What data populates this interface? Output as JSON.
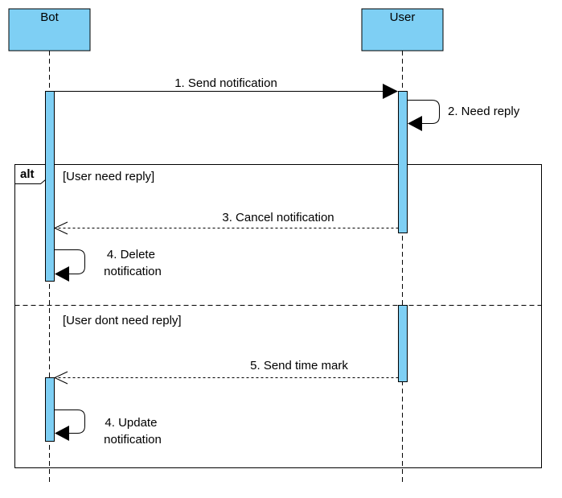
{
  "colors": {
    "lifeline_head_fill": "#7ECFF4",
    "activation_fill": "#7ECFF4",
    "stroke": "#000000",
    "background": "#ffffff"
  },
  "participants": [
    {
      "id": "bot",
      "label": "Bot"
    },
    {
      "id": "user",
      "label": "User"
    }
  ],
  "messages": [
    {
      "id": "m1",
      "label": "1. Send notification",
      "from": "bot",
      "to": "user",
      "style": "sync"
    },
    {
      "id": "m2",
      "label": "2. Need reply",
      "from": "user",
      "to": "user",
      "style": "self"
    },
    {
      "id": "m3",
      "label": "3. Cancel notification",
      "from": "user",
      "to": "bot",
      "style": "return"
    },
    {
      "id": "m4",
      "label_lines": [
        "4. Delete",
        "notification"
      ],
      "from": "bot",
      "to": "bot",
      "style": "self"
    },
    {
      "id": "m5",
      "label": "5. Send time mark",
      "from": "user",
      "to": "bot",
      "style": "return"
    },
    {
      "id": "m6",
      "label_lines": [
        "4. Update",
        "notification"
      ],
      "from": "bot",
      "to": "bot",
      "style": "self"
    }
  ],
  "fragment": {
    "operator": "alt",
    "guards": [
      "[User need reply]",
      "[User dont need reply]"
    ]
  }
}
